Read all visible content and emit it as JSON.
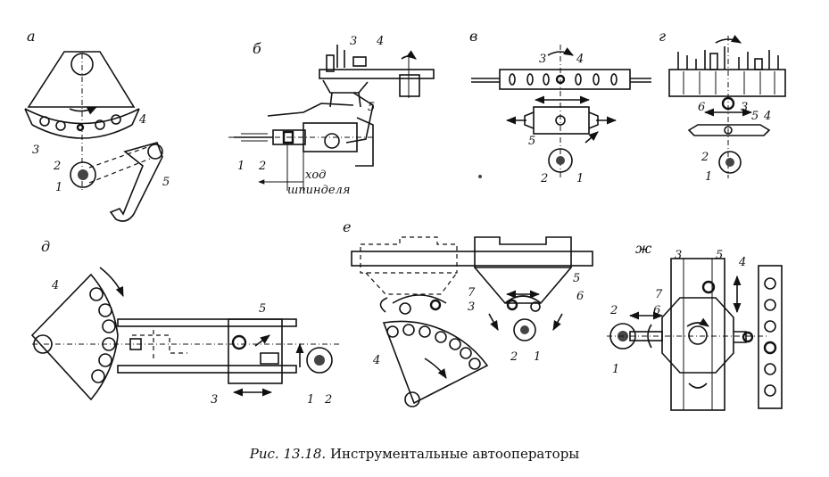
{
  "caption": {
    "prefix": "Рис. 13.18.",
    "text": "Инструментальные автооператоры"
  },
  "panels": {
    "a": {
      "letter": "а",
      "labels": {
        "n1": "1",
        "n2": "2",
        "n3": "3",
        "n4": "4",
        "n5": "5"
      }
    },
    "b": {
      "letter": "б",
      "labels": {
        "n1": "1",
        "n2": "2",
        "n3": "3",
        "n4": "4",
        "n5": "5"
      },
      "stroke_line1": "ход",
      "stroke_line2": "шпинделя"
    },
    "v": {
      "letter": "в",
      "labels": {
        "n1": "1",
        "n2": "2",
        "n3": "3",
        "n4": "4",
        "n5": "5"
      }
    },
    "g": {
      "letter": "г",
      "labels": {
        "n1": "1",
        "n2": "2",
        "n3": "3",
        "n4": "4",
        "n5": "5",
        "n6": "6"
      }
    },
    "d": {
      "letter": "д",
      "labels": {
        "n1": "1",
        "n2": "2",
        "n3": "3",
        "n4": "4",
        "n5": "5"
      }
    },
    "e": {
      "letter": "е",
      "labels": {
        "n1": "1",
        "n2": "2",
        "n3": "3",
        "n4": "4",
        "n5": "5",
        "n6": "6",
        "n7": "7"
      }
    },
    "zh": {
      "letter": "ж",
      "labels": {
        "n1": "1",
        "n2": "2",
        "n3": "3",
        "n4": "4",
        "n5": "5",
        "n6": "6",
        "n7": "7"
      }
    }
  }
}
